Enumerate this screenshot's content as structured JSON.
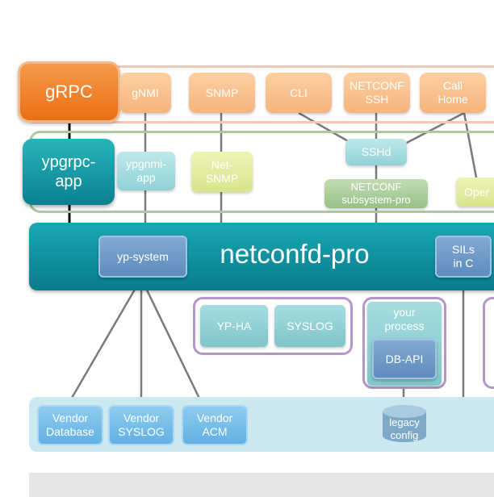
{
  "top_row": {
    "grpc": "gRPC",
    "gnmi": "gNMI",
    "snmp": "SNMP",
    "cli": "CLI",
    "netconf_ssh": [
      "NETCONF",
      "SSH"
    ],
    "call_home": [
      "Call",
      "Home"
    ]
  },
  "apps": {
    "ypgrpc": [
      "ypgrpc-",
      "app"
    ],
    "ypgnmi": [
      "ypgnmi-",
      "app"
    ],
    "netsnmp": [
      "Net-",
      "SNMP"
    ],
    "sshd": "SSHd",
    "netconf_sub": [
      "NETCONF",
      "subsystem-pro"
    ],
    "open_partial": "Oper"
  },
  "server": {
    "title": "netconfd-pro",
    "yp_system": "yp-system",
    "sils": [
      "SILs",
      "in C"
    ]
  },
  "groups": {
    "ypha": "YP-HA",
    "syslog": "SYSLOG",
    "your_process": [
      "your",
      "process"
    ],
    "dbapi": "DB-API"
  },
  "vendors": {
    "db": [
      "Vendor",
      "Database"
    ],
    "syslog": [
      "Vendor",
      "SYSLOG"
    ],
    "acm": [
      "Vendor",
      "ACM"
    ],
    "legacy": [
      "legacy",
      "config"
    ]
  },
  "colors": {
    "orange": "#ea6f14",
    "peach": "#f7b37c",
    "teal": "#0b8091",
    "aqua": "#91d2d6",
    "lime": "#d8e58a",
    "green": "#97c187",
    "slate": "#5e8cbd",
    "purple": "#b497c9",
    "vendor_blue": "#62b1e2",
    "light_band": "#cce8ef"
  }
}
